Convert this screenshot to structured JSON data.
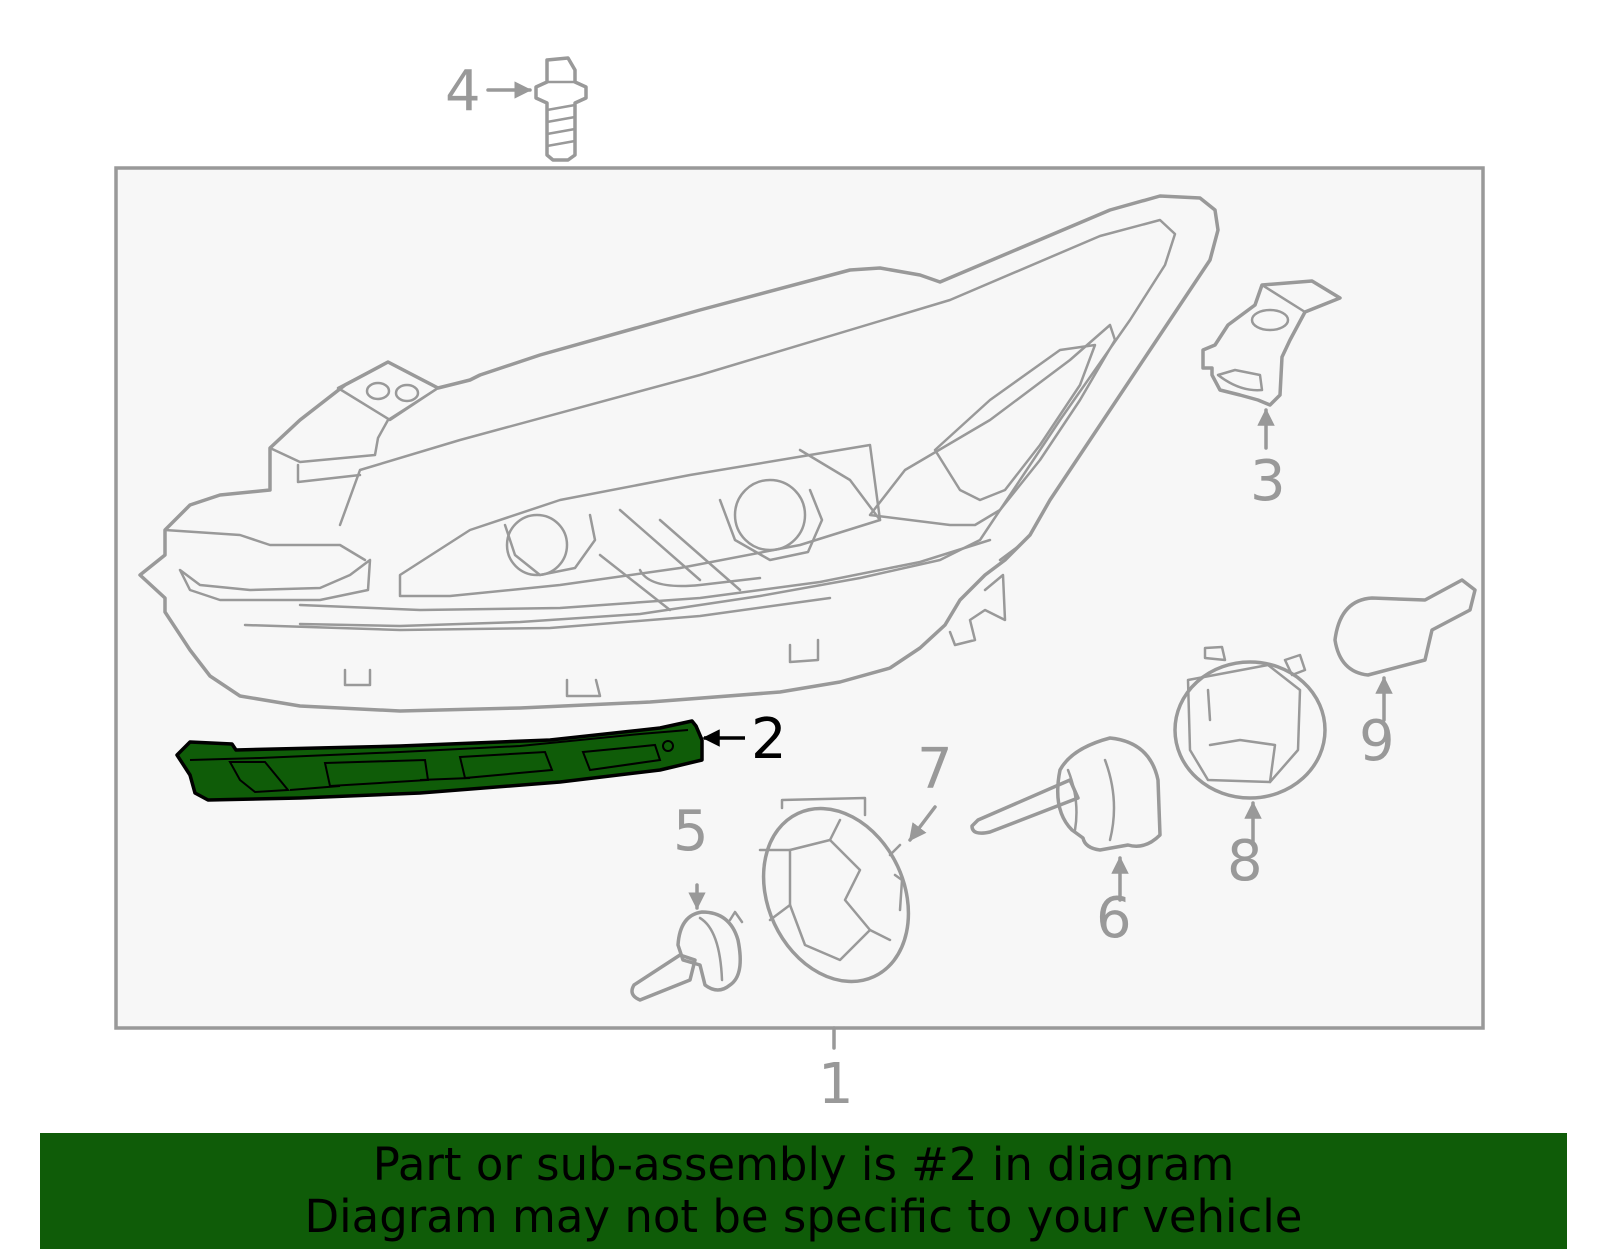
{
  "diagram": {
    "callouts": [
      "1",
      "2",
      "3",
      "4",
      "5",
      "6",
      "7",
      "8",
      "9"
    ],
    "highlighted_callout": "2",
    "highlight_color": "#0f5c08",
    "line_color": "#999999"
  },
  "banner": {
    "line1": "Part or sub-assembly is #2 in diagram",
    "line2": "Diagram may not be specific to your vehicle",
    "background_color": "#0f5c08"
  }
}
